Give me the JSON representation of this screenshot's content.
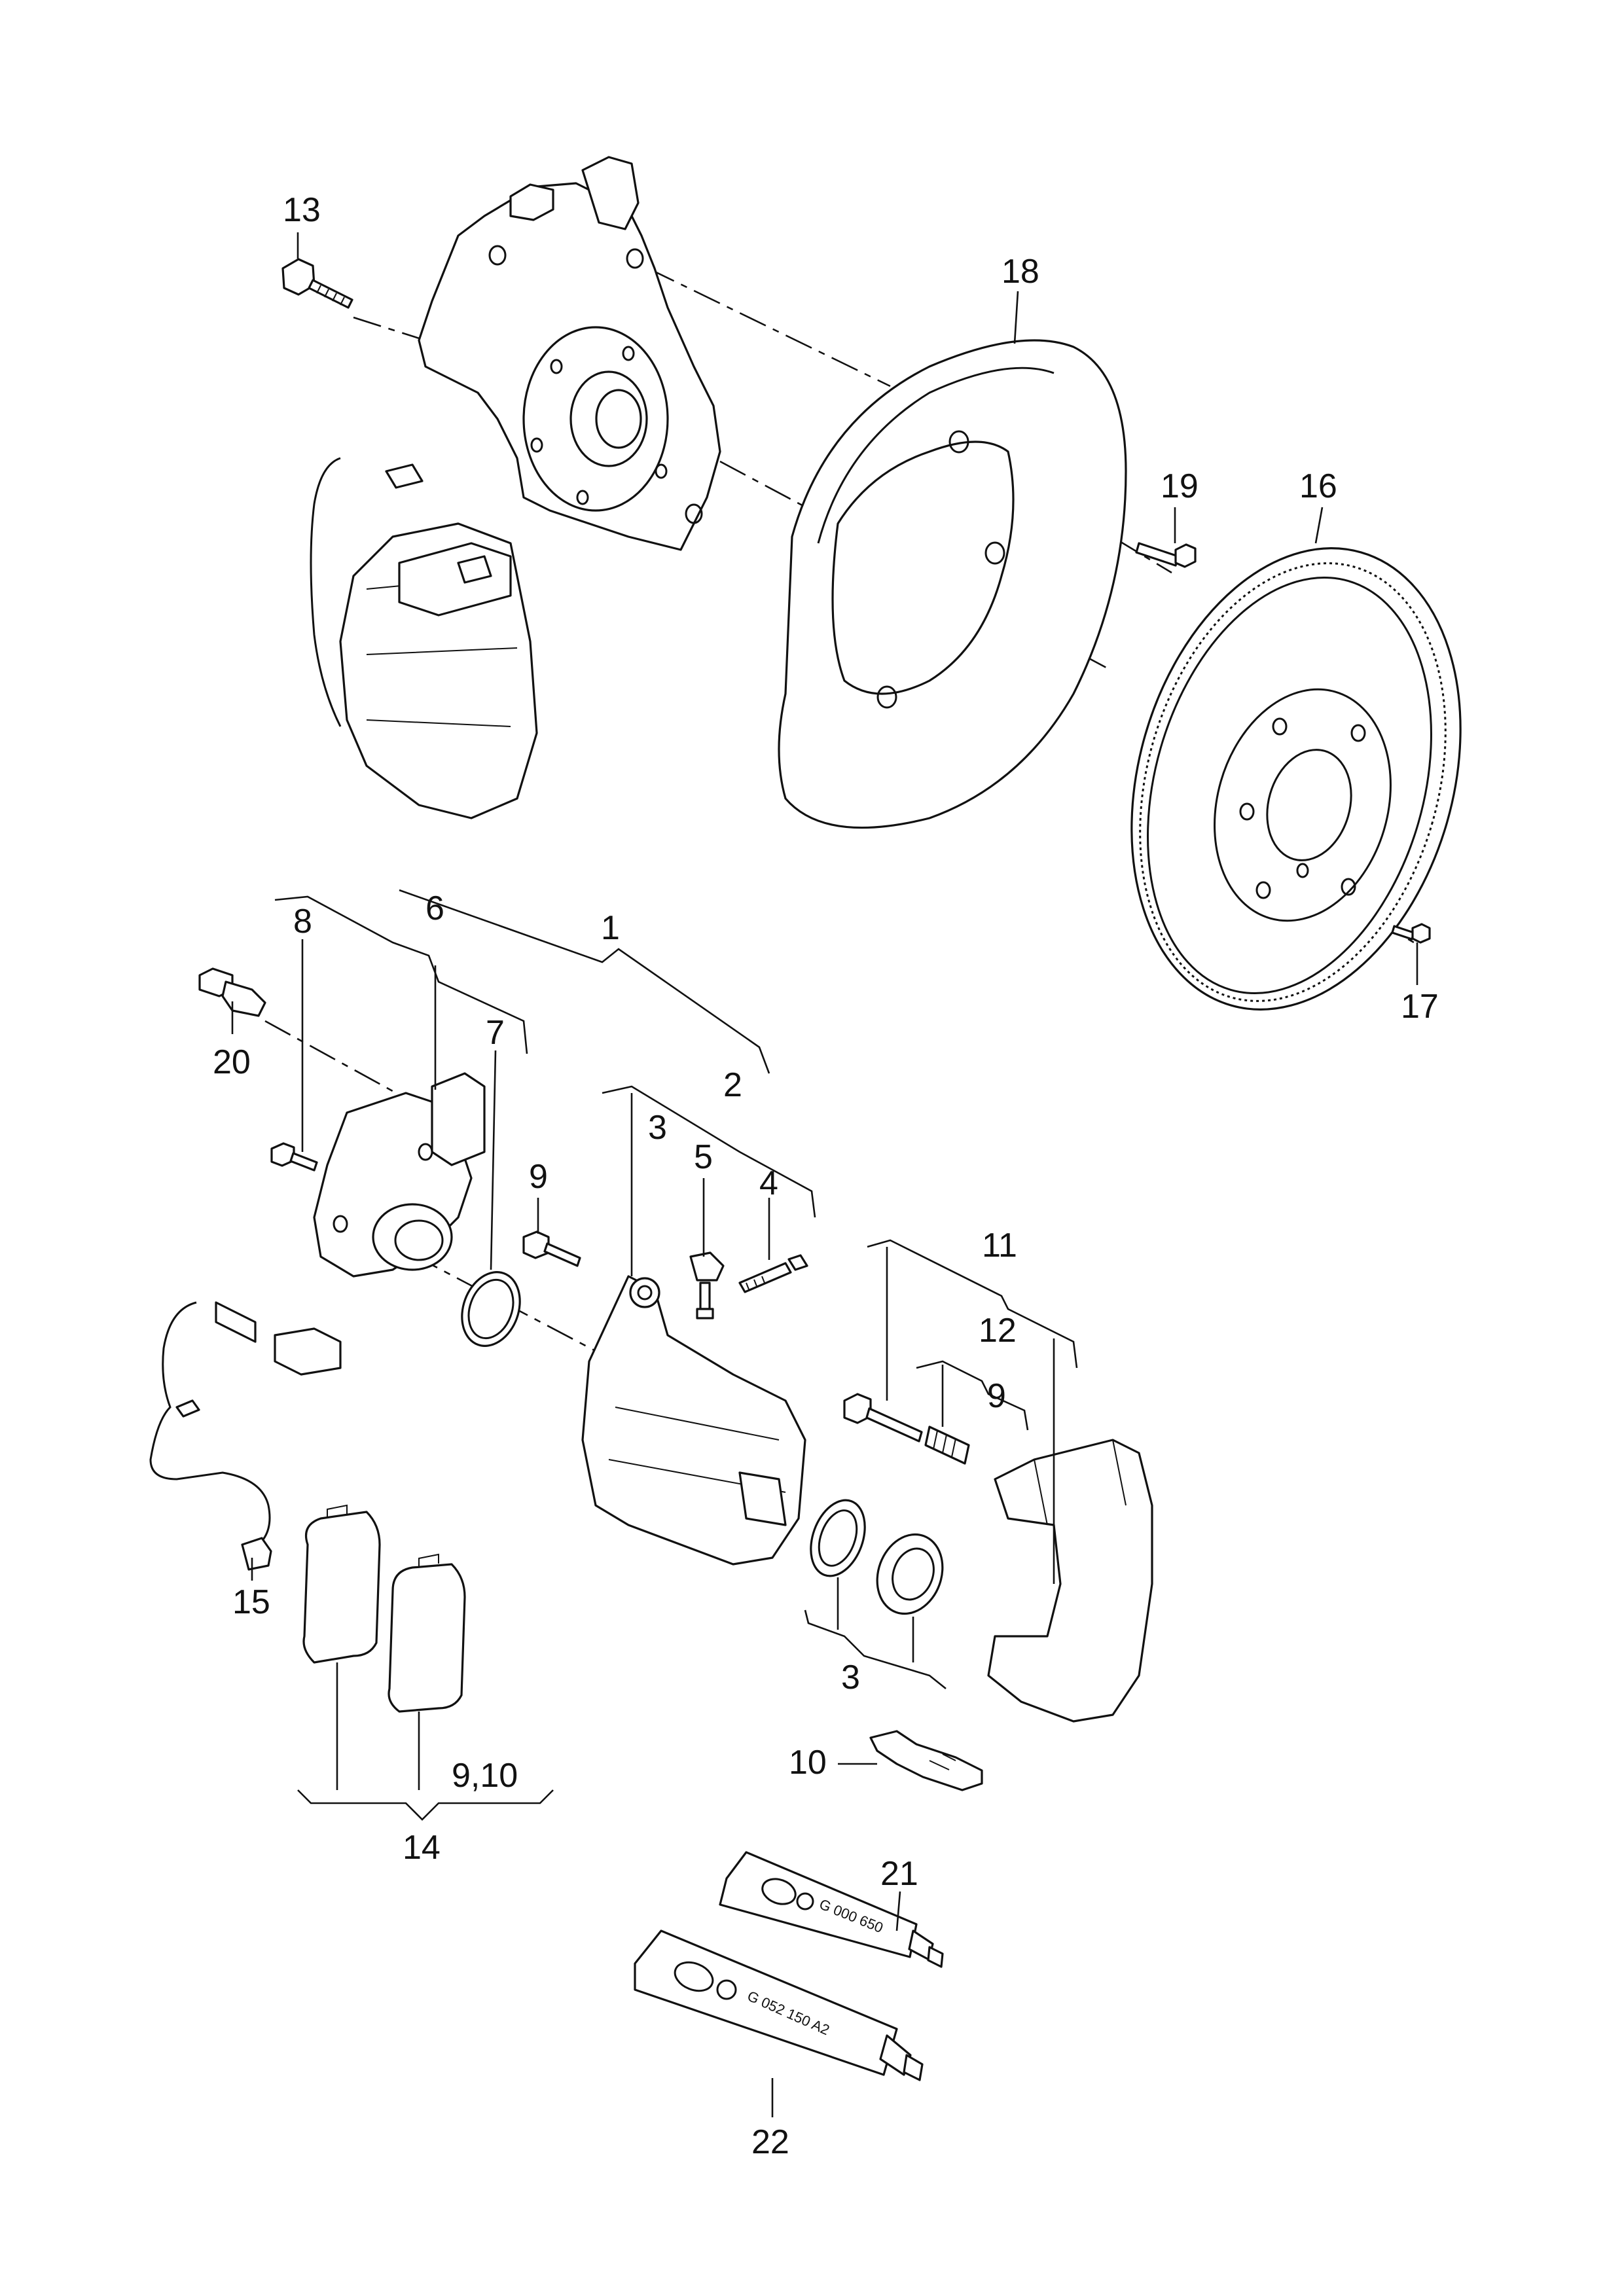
{
  "labels": {
    "l1": "1",
    "l2": "2",
    "l3a": "3",
    "l3b": "3",
    "l4": "4",
    "l5": "5",
    "l6": "6",
    "l7": "7",
    "l8": "8",
    "l9a": "9",
    "l9b": "9",
    "l9_10": "9,10",
    "l10": "10",
    "l11": "11",
    "l12": "12",
    "l13": "13",
    "l14": "14",
    "l15": "15",
    "l16": "16",
    "l17": "17",
    "l18": "18",
    "l19": "19",
    "l20": "20",
    "l21": "21",
    "l22": "22"
  },
  "tubes": {
    "t21": "G 000 650",
    "t22": "G 052 150 A2"
  },
  "colors": {
    "line": "#111111",
    "background": "#ffffff"
  }
}
